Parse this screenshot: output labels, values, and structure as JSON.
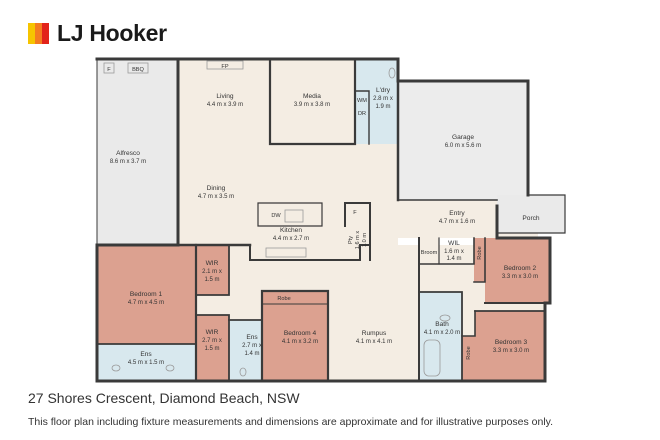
{
  "brand": {
    "name": "LJ Hooker",
    "colors": {
      "yellow": "#f6c400",
      "orange": "#f47b20",
      "red": "#e2231a"
    }
  },
  "address": "27 Shores Crescent, Diamond Beach, NSW",
  "disclaimer": "This floor plan including fixture measurements and dimensions are approximate and for illustrative purposes only.",
  "colors": {
    "floor": "#f4ede3",
    "outdoor": "#eaeaea",
    "bedroom": "#dca190",
    "wet": "#d8e8ee",
    "garage": "#ececec",
    "wall": "#3a3a3a"
  },
  "rooms": {
    "alfresco": {
      "name": "Alfresco",
      "dims": "8.6 m x 3.7 m"
    },
    "living": {
      "name": "Living",
      "dims": "4.4 m x 3.9 m"
    },
    "media": {
      "name": "Media",
      "dims": "3.9 m x 3.8 m"
    },
    "laundry": {
      "name": "L'dry",
      "dims1": "2.8 m x",
      "dims2": "1.9 m"
    },
    "garage": {
      "name": "Garage",
      "dims": "6.0 m x 5.6 m"
    },
    "dining": {
      "name": "Dining",
      "dims": "4.7 m x 3.5 m"
    },
    "kitchen": {
      "name": "Kitchen",
      "dims": "4.4 m x 2.7 m"
    },
    "entry": {
      "name": "Entry",
      "dims": "4.7 m x 1.6 m"
    },
    "porch": {
      "name": "Porch"
    },
    "pantry": {
      "name": "Pty",
      "dims1": "1.6 m x",
      "dims2": "1.0 m"
    },
    "wil": {
      "name": "WIL",
      "dims1": "1.6 m x",
      "dims2": "1.4 m"
    },
    "broom": {
      "name": "Broom"
    },
    "bedroom2": {
      "name": "Bedroom 2",
      "dims": "3.3 m x 3.0 m"
    },
    "bedroom3": {
      "name": "Bedroom 3",
      "dims": "3.3 m x 3.0 m"
    },
    "bedroom1": {
      "name": "Bedroom 1",
      "dims": "4.7 m x 4.5 m"
    },
    "wir1": {
      "name": "WIR",
      "dims1": "2.1 m x",
      "dims2": "1.5 m"
    },
    "wir2": {
      "name": "WIR",
      "dims1": "2.7 m x",
      "dims2": "1.5 m"
    },
    "ens1": {
      "name": "Ens",
      "dims": "4.5 m x 1.5 m"
    },
    "ens2": {
      "name": "Ens",
      "dims1": "2.7 m x",
      "dims2": "1.4 m"
    },
    "bedroom4": {
      "name": "Bedroom 4",
      "dims": "4.1 m x 3.2 m"
    },
    "rumpus": {
      "name": "Rumpus",
      "dims": "4.1 m x 4.1 m"
    },
    "bath": {
      "name": "Bath",
      "dims": "4.1 m x 2.0 m"
    }
  },
  "fixtures": {
    "fridge_alfresco": "F",
    "bbq": "BBQ",
    "fireplace": "FP",
    "washing_machine": "WM",
    "dryer": "DR",
    "dishwasher": "DW",
    "fridge_kitchen": "F",
    "robe_bed4": "Robe",
    "robe_bed2": "Robe",
    "robe_bed3": "Robe"
  }
}
